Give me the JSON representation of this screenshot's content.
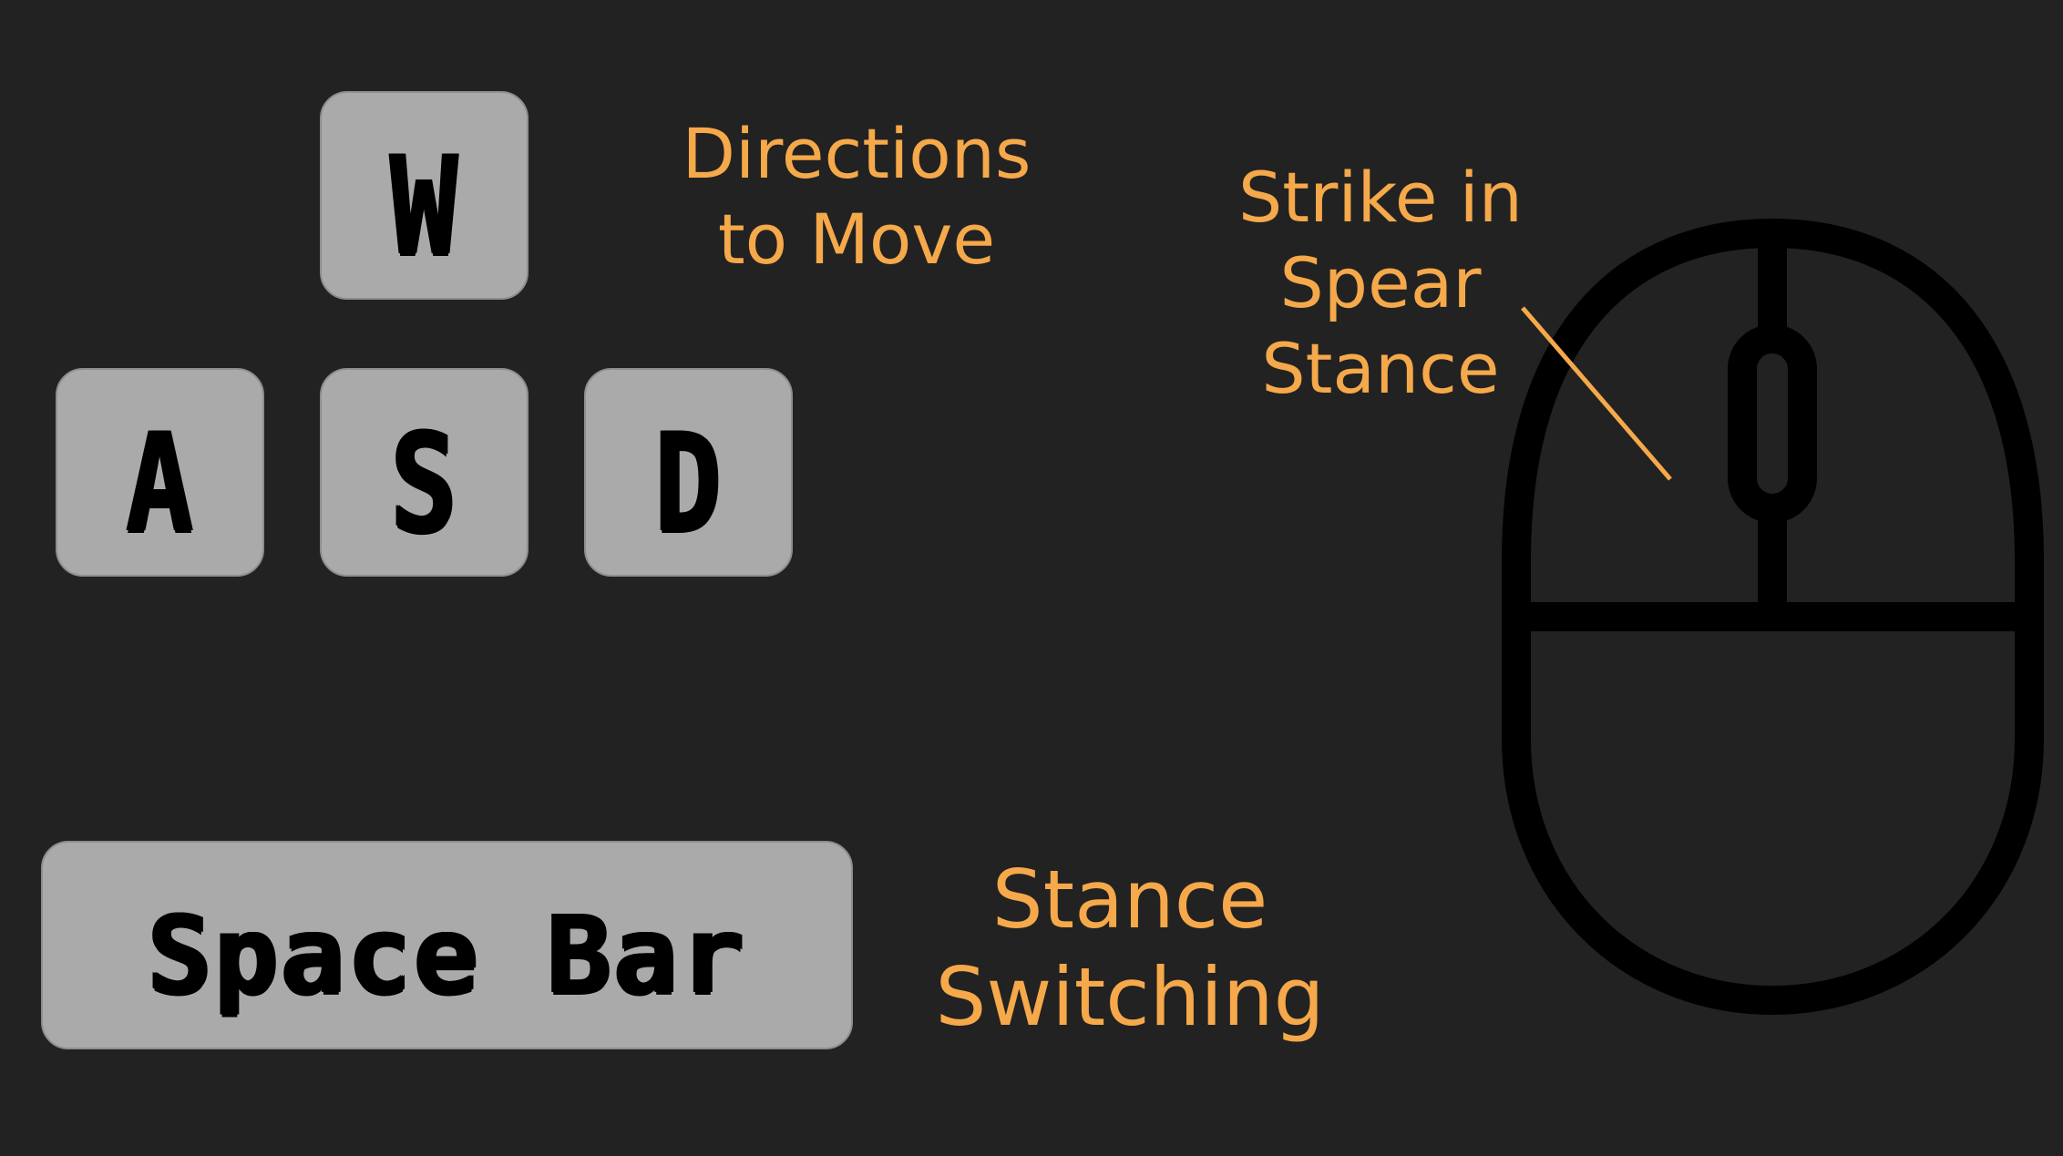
{
  "colors": {
    "background": "#222222",
    "key_fill": "#aaaaaa",
    "key_text": "#000000",
    "caption": "#f5a94a",
    "mouse_outline": "#000000"
  },
  "keys": {
    "w": "W",
    "a": "A",
    "s": "S",
    "d": "D",
    "space": "Space Bar"
  },
  "captions": {
    "move": "Directions\nto Move",
    "strike": "Strike in\nSpear\nStance",
    "stance": "Stance\nSwitching"
  },
  "icons": {
    "mouse": "mouse-icon",
    "pointer_line": "callout-line"
  }
}
